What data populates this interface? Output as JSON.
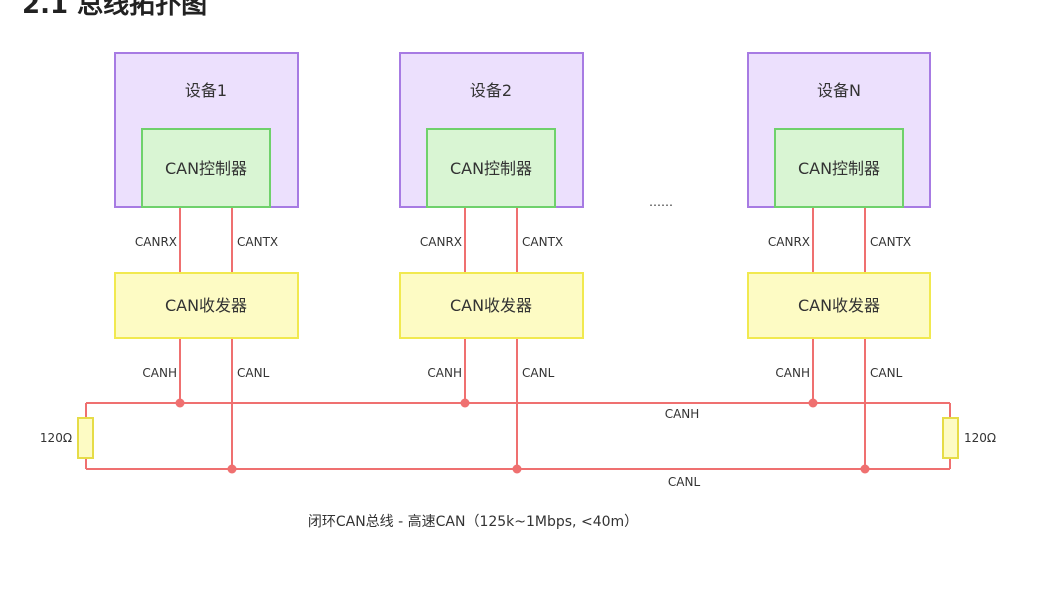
{
  "heading": "2.1 总线拓扑图",
  "devices": [
    {
      "title": "设备1",
      "controller": "CAN控制器",
      "transceiver": "CAN收发器",
      "rx": "CANRX",
      "tx": "CANTX",
      "h": "CANH",
      "l": "CANL"
    },
    {
      "title": "设备2",
      "controller": "CAN控制器",
      "transceiver": "CAN收发器",
      "rx": "CANRX",
      "tx": "CANTX",
      "h": "CANH",
      "l": "CANL"
    },
    {
      "title": "设备N",
      "controller": "CAN控制器",
      "transceiver": "CAN收发器",
      "rx": "CANRX",
      "tx": "CANTX",
      "h": "CANH",
      "l": "CANL"
    }
  ],
  "ellipsis": "……",
  "bus": {
    "canh_label": "CANH",
    "canl_label": "CANL"
  },
  "resistors": {
    "left": "120Ω",
    "right": "120Ω"
  },
  "caption": "闭环CAN总线 - 高速CAN（125k~1Mbps, <40m）",
  "colors": {
    "device_fill": "#ece0fd",
    "device_stroke": "#a77be3",
    "controller_fill": "#d9f5d3",
    "controller_stroke": "#6fd16b",
    "transceiver_fill": "#fdfbc4",
    "transceiver_stroke": "#f1e94f",
    "wire": "#ef7070",
    "resistor_fill": "#fdfbc4",
    "resistor_stroke": "#e6dc47"
  }
}
